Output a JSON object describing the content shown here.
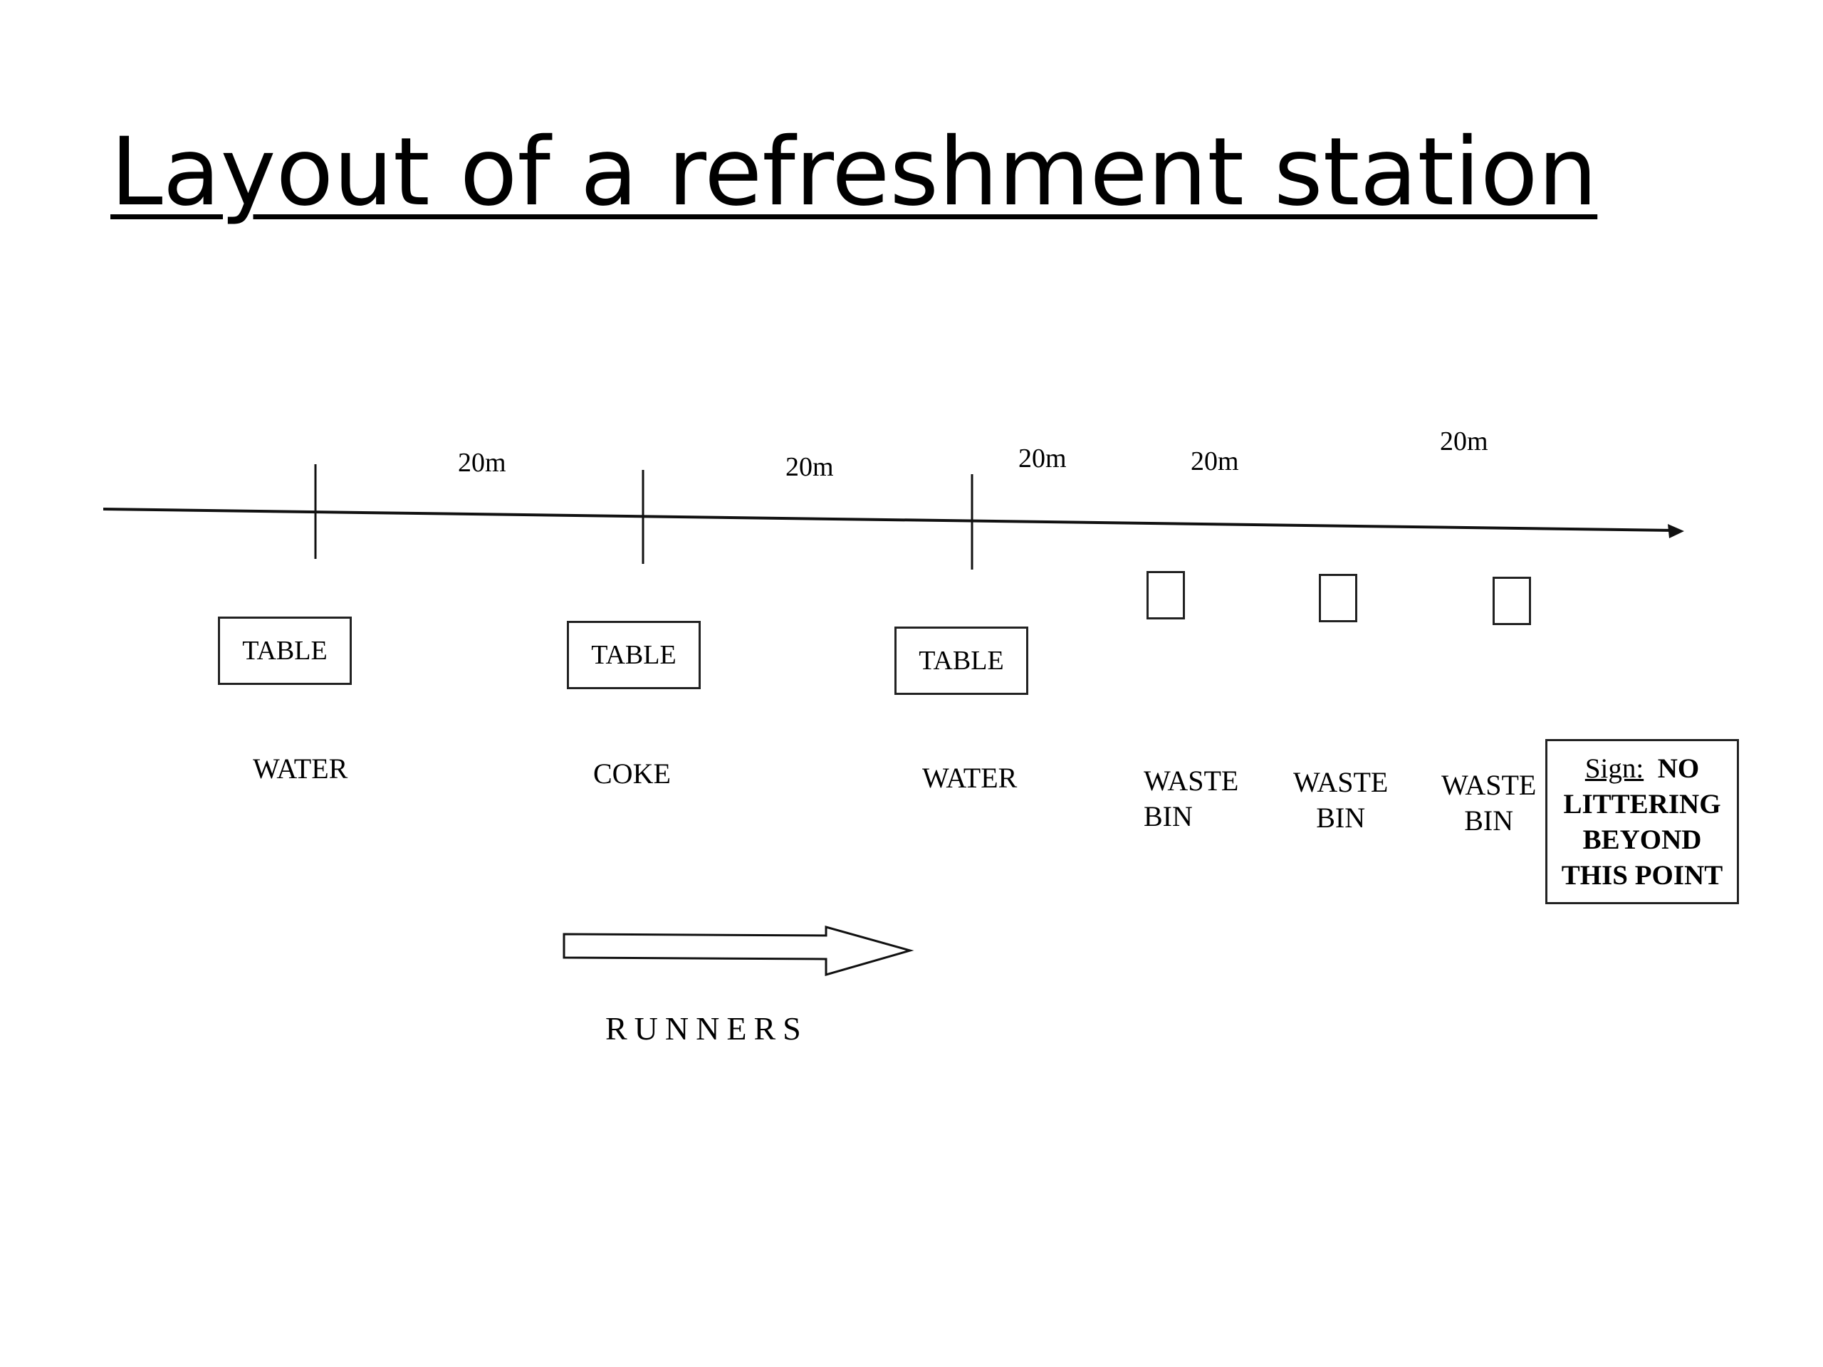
{
  "title": "Layout of a refreshment station",
  "distances": [
    "20m",
    "20m",
    "20m",
    "20m",
    "20m"
  ],
  "tables": [
    {
      "box": "TABLE",
      "label": "WATER"
    },
    {
      "box": "TABLE",
      "label": "COKE"
    },
    {
      "box": "TABLE",
      "label": "WATER"
    }
  ],
  "bins": [
    {
      "line1": "WASTE",
      "line2": "BIN"
    },
    {
      "line1": "WASTE",
      "line2": "BIN"
    },
    {
      "line1": "WASTE",
      "line2": "BIN"
    }
  ],
  "sign": {
    "prefix": "Sign:",
    "line1": "NO",
    "line2": "LITTERING",
    "line3": "BEYOND",
    "line4": "THIS POINT"
  },
  "direction_label": "RUNNERS"
}
